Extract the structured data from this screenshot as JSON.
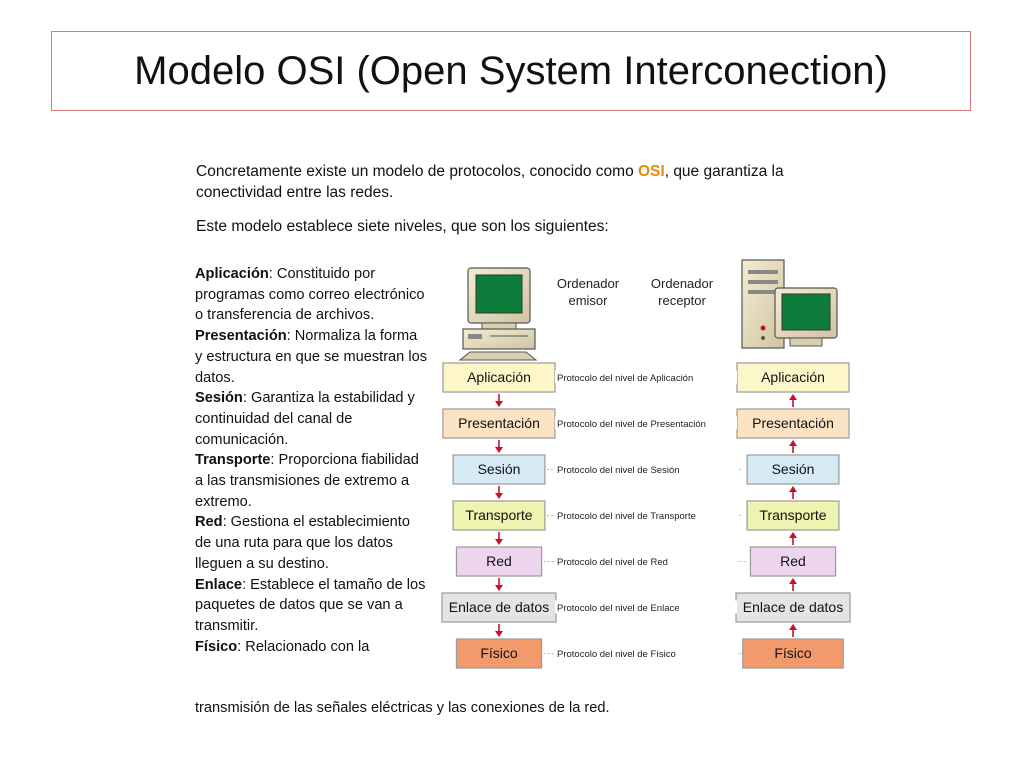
{
  "title": "Modelo OSI (Open System Interconection)",
  "intro": {
    "p1_before": "Concretamente existe un modelo de protocolos, conocido como ",
    "p1_highlight": "OSI",
    "p1_after": ", que garantiza la conectividad entre las redes.",
    "p2": "Este modelo establece siete niveles, que son los siguientes:"
  },
  "definitions": [
    {
      "term": "Aplicación",
      "text": ": Constituido por programas como correo electrónico o transferencia de archivos."
    },
    {
      "term": "Presentación",
      "text": ": Normaliza la forma y estructura en que se muestran los datos."
    },
    {
      "term": "Sesión",
      "text": ": Garantiza la estabilidad y continuidad del canal de comunicación."
    },
    {
      "term": "Transporte",
      "text": ": Proporciona fiabilidad a las transmisiones de extremo a extremo."
    },
    {
      "term": "Red",
      "text": ": Gestiona el establecimiento de una ruta para que los datos lleguen a su destino."
    },
    {
      "term": "Enlace",
      "text": ": Establece el tamaño de los paquetes de datos que se van a transmitir."
    },
    {
      "term": "Físico",
      "text": ": Relacionado con la"
    }
  ],
  "closing": "transmisión de las señales eléctricas y las conexiones de la red.",
  "diagram": {
    "sender_line1": "Ordenador",
    "sender_line2": "emisor",
    "receiver_line1": "Ordenador",
    "receiver_line2": "receptor",
    "layers": [
      {
        "name": "Aplicación",
        "protocol": "Protocolo del nivel de Aplicación",
        "color": "#fdf6c8"
      },
      {
        "name": "Presentación",
        "protocol": "Protocolo del nivel de Presentación",
        "color": "#fbe3c3"
      },
      {
        "name": "Sesión",
        "protocol": "Protocolo del nivel de Sesión",
        "color": "#d6eaf6"
      },
      {
        "name": "Transporte",
        "protocol": "Protocolo del nivel de Transporte",
        "color": "#eef3b0"
      },
      {
        "name": "Red",
        "protocol": "Protocolo del nivel de Red",
        "color": "#edd5ee"
      },
      {
        "name": "Enlace de datos",
        "protocol": "Protocolo del nivel de Enlace",
        "color": "#e4e4e4"
      },
      {
        "name": "Físico",
        "protocol": "Protocolo del nivel de Físico",
        "color": "#f39a6c"
      }
    ],
    "arrow_color": "#c8102e"
  }
}
